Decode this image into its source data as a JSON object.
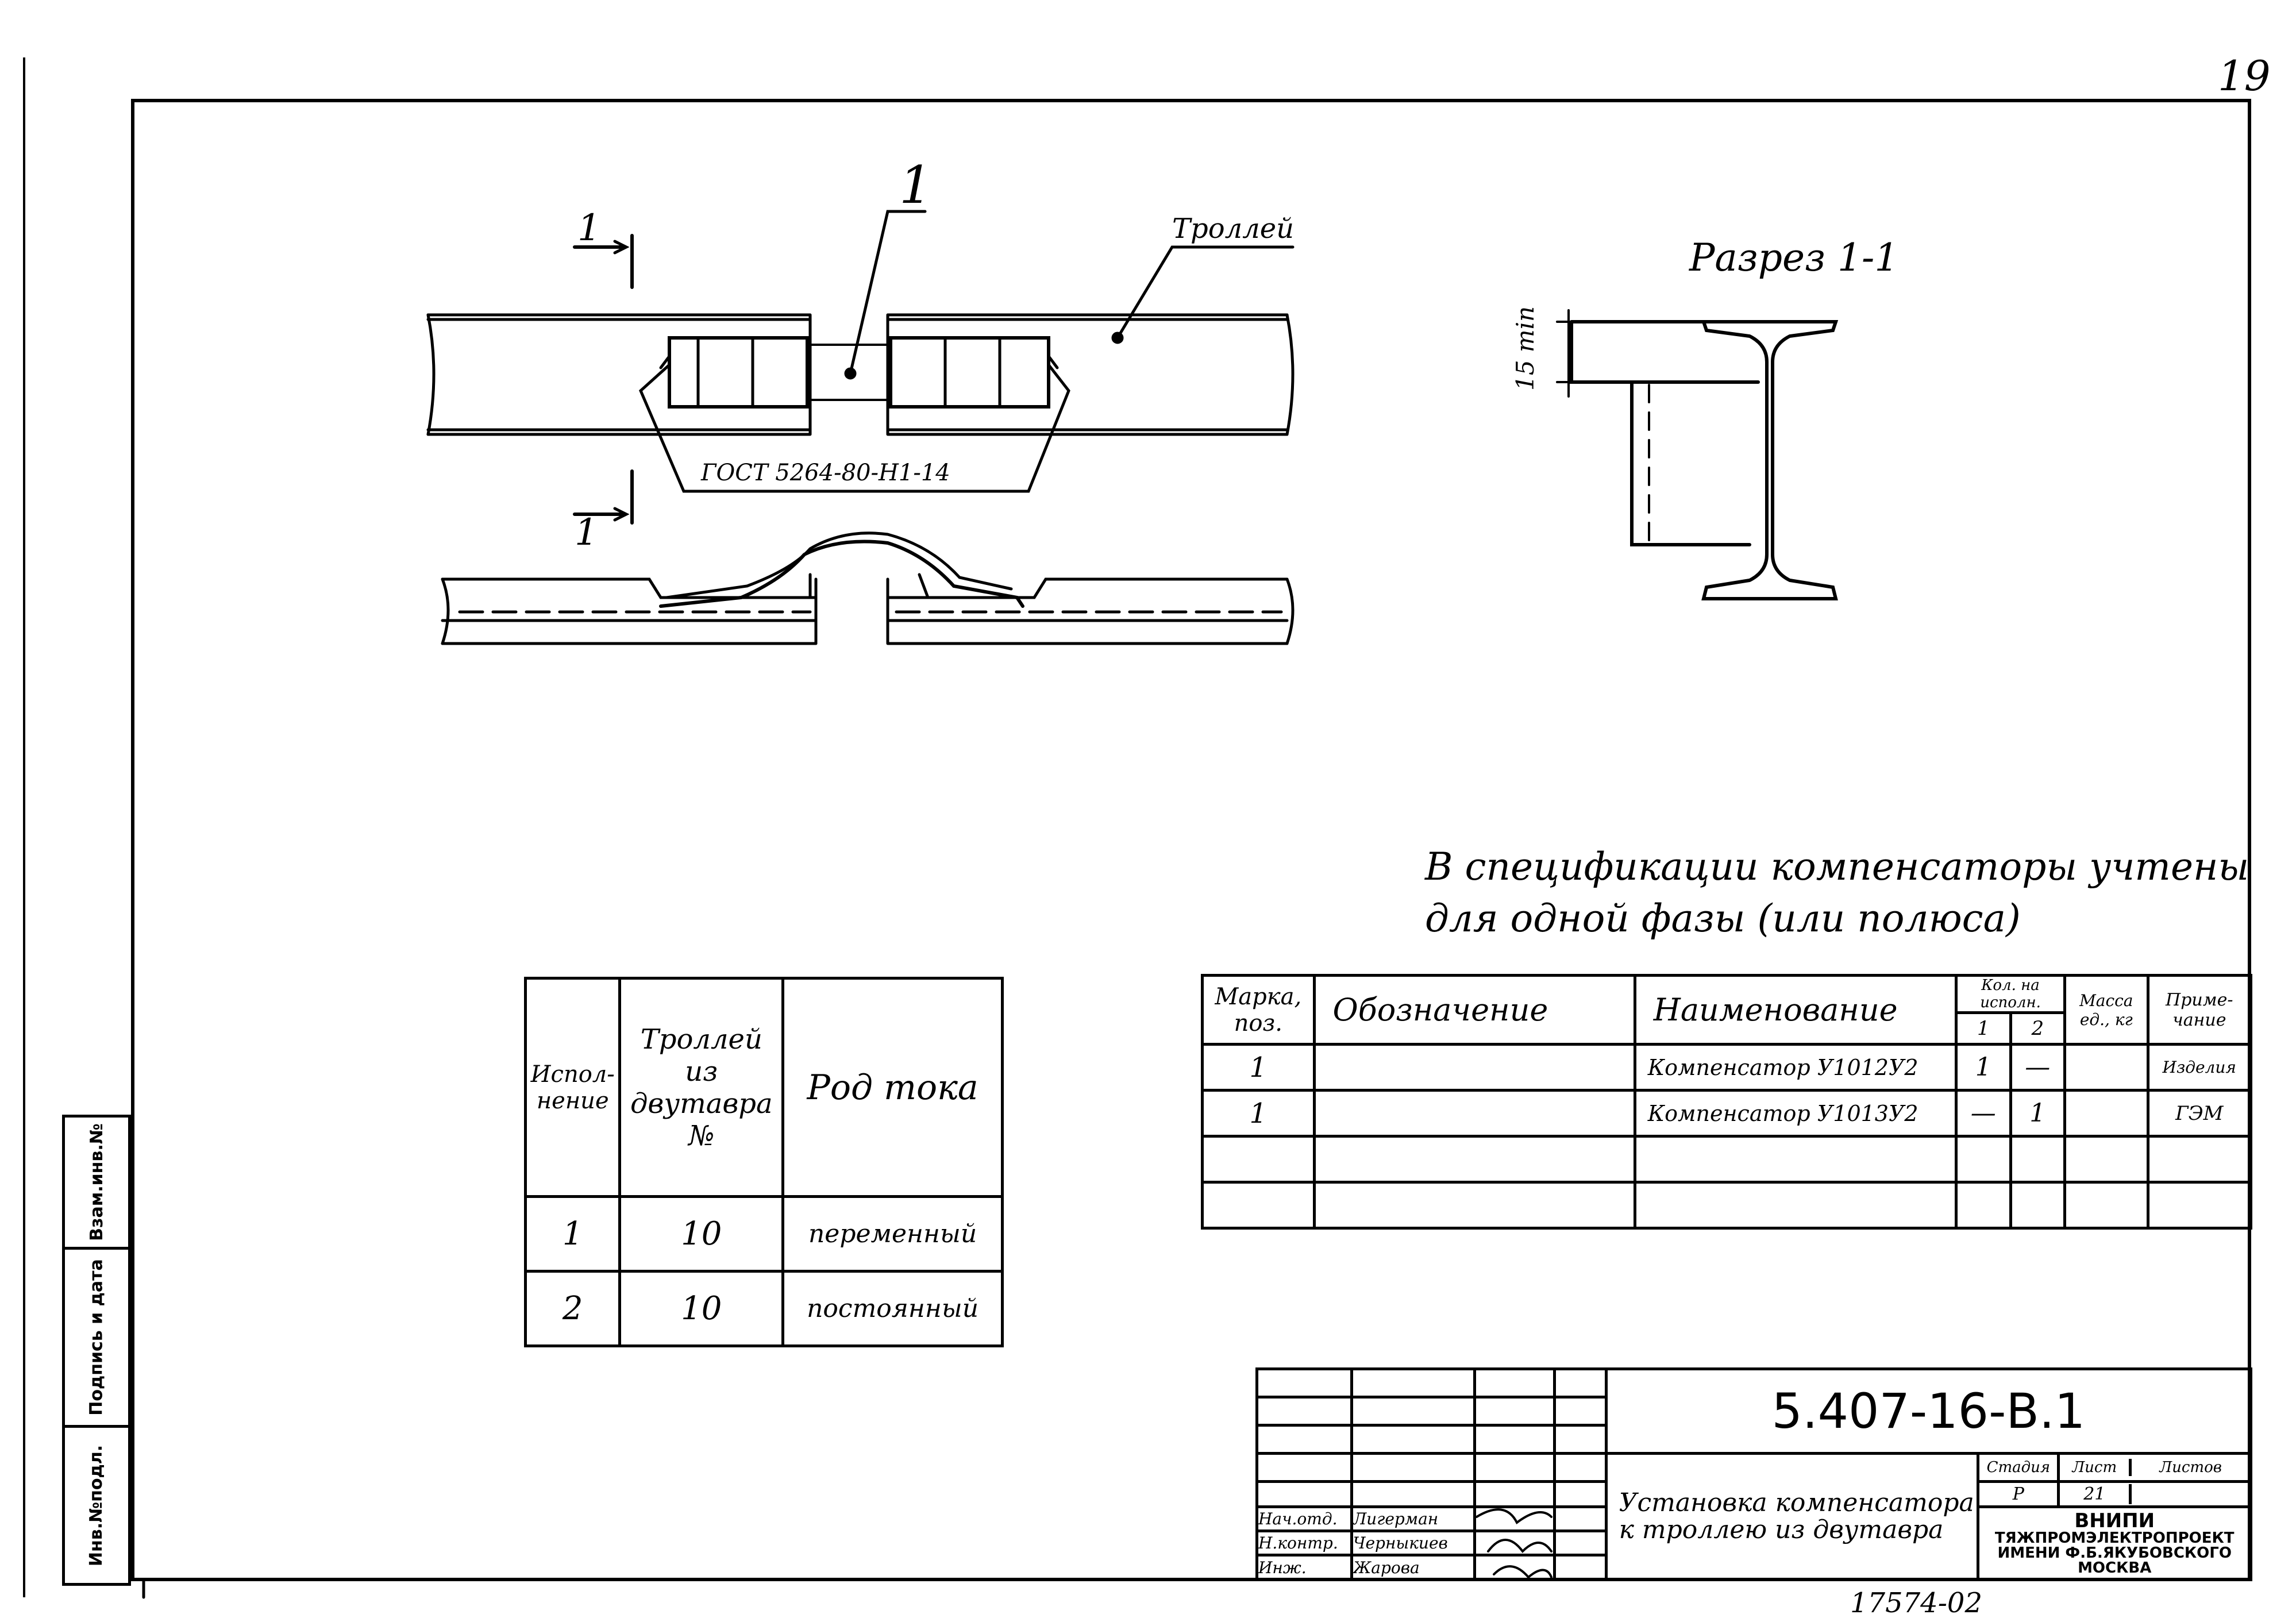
{
  "page_number": "19",
  "drawing": {
    "part_label": "1",
    "trolley_label": "Троллей",
    "gost_label": "ГОСТ 5264-80-Н1-14",
    "section_mark_top": "1",
    "section_mark_bottom": "1",
    "section_title": "Разрез 1-1",
    "dimension_label": "15 min"
  },
  "note": {
    "line1": "В спецификации компенсаторы учтены",
    "line2": "для одной фазы (или полюса)"
  },
  "execution_table": {
    "headers": [
      "Испол-нение",
      "Троллей из двутавра №",
      "Род тока"
    ],
    "rows": [
      [
        "1",
        "10",
        "переменный"
      ],
      [
        "2",
        "10",
        "постоянный"
      ]
    ]
  },
  "spec_table": {
    "headers": {
      "mark": "Марка, поз.",
      "designation": "Обозначение",
      "name": "Наименование",
      "qty": "Кол. на исполн.",
      "qty_sub": [
        "1",
        "2"
      ],
      "mass": "Масса ед., кг",
      "note": "Приме-чание"
    },
    "rows": [
      {
        "mark": "1",
        "designation": "",
        "name": "Компенсатор У1012У2",
        "q1": "1",
        "q2": "—",
        "mass": "",
        "note": "Изделия"
      },
      {
        "mark": "1",
        "designation": "",
        "name": "Компенсатор У1013У2",
        "q1": "—",
        "q2": "1",
        "mass": "",
        "note": "ГЭМ"
      },
      {
        "mark": "",
        "designation": "",
        "name": "",
        "q1": "",
        "q2": "",
        "mass": "",
        "note": ""
      },
      {
        "mark": "",
        "designation": "",
        "name": "",
        "q1": "",
        "q2": "",
        "mass": "",
        "note": ""
      }
    ]
  },
  "title_block": {
    "doc_code": "5.407-16-В.1",
    "title": "Установка компенсатора к троллею из двутавра",
    "stage_label": "Стадия",
    "sheet_label": "Лист",
    "sheets_label": "Листов",
    "stage_value": "Р",
    "sheet_value": "21",
    "sheets_value": "",
    "org_line1": "ВНИПИ",
    "org_line2": "ТЯЖПРОМЭЛЕКТРОПРОЕКТ",
    "org_line3": "ИМЕНИ Ф.Б.ЯКУБОВСКОГО",
    "org_line4": "МОСКВА",
    "people": [
      {
        "role": "Нач.отд.",
        "name": "Лигерман"
      },
      {
        "role": "Н.контр.",
        "name": "Черныкиев"
      },
      {
        "role": "Инж.",
        "name": "Жарова"
      }
    ]
  },
  "stamp_column": [
    "Инв.№подл.",
    "Подпись и дата",
    "Взам.инв.№"
  ],
  "footer_code": "17574-02"
}
